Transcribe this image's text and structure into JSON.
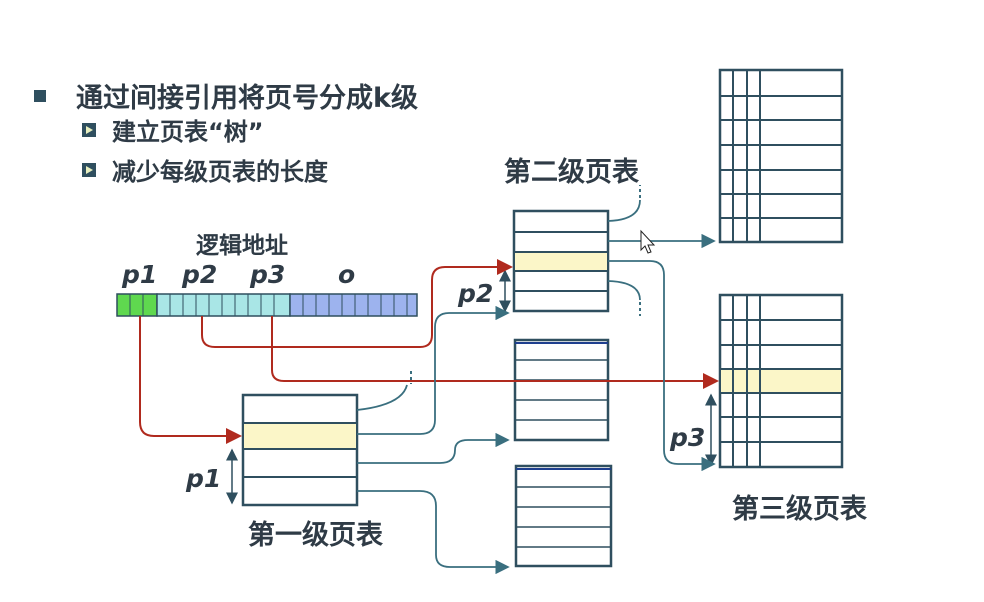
{
  "bullets": {
    "main": "通过间接引用将页号分成k级",
    "sub1": "建立页表“树”",
    "sub2": "减少每级页表的长度"
  },
  "diagram": {
    "logical_address_label": "逻辑地址",
    "field_labels": {
      "p1": "p1",
      "p2": "p2",
      "p3": "p3",
      "o": "o"
    },
    "level1_title": "第一级页表",
    "level2_title": "第二级页表",
    "level3_title": "第三级页表",
    "offset_label_p1": "p1",
    "offset_label_p2": "p2",
    "offset_label_p3": "p3"
  },
  "colors": {
    "box_border": "#2f4f5f",
    "arrow_red": "#b02a1e",
    "arrow_teal": "#3a6f7f",
    "highlight": "#fbf6c8",
    "addr_green": "#5fd84f",
    "addr_cyan": "#a9e6e6",
    "addr_blue": "#9db3ee"
  }
}
